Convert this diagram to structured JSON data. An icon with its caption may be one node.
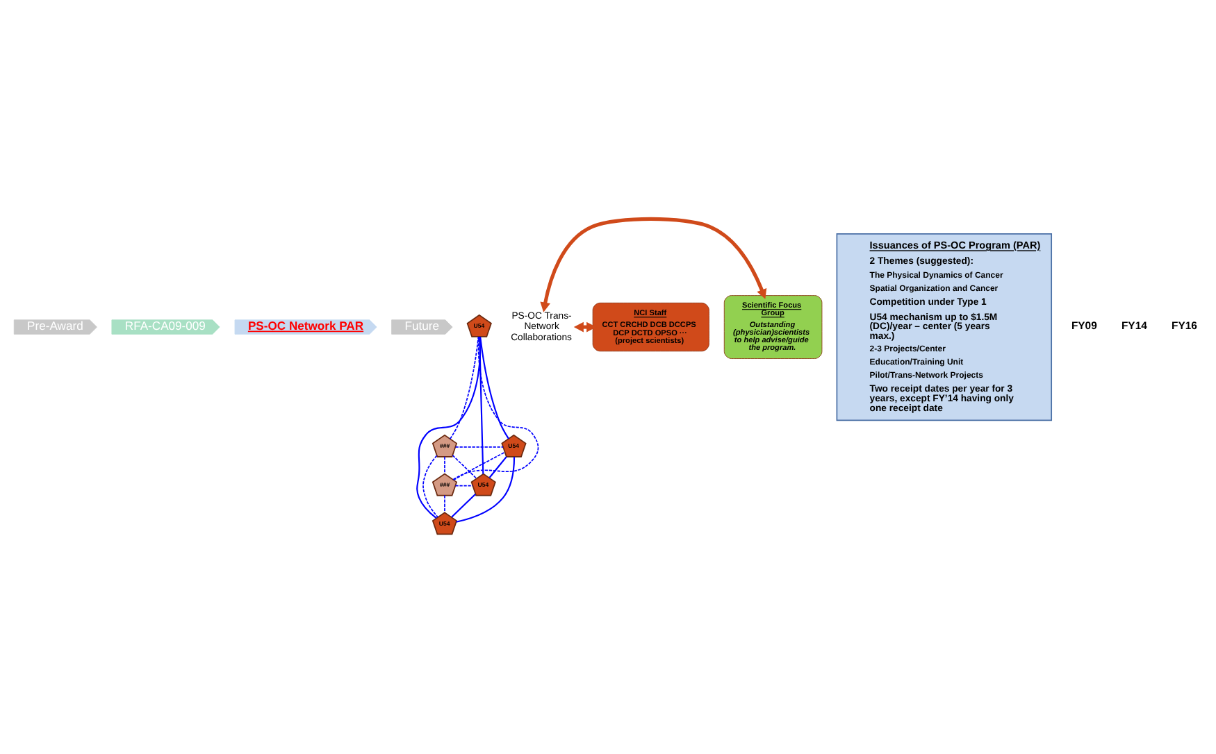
{
  "diagram": {
    "nodes": [
      {
        "text": [
          "Pre-Award"
        ]
      },
      {
        "text": [
          "RFA-CA09-009"
        ]
      },
      {
        "text": [
          "PS-OC Network PAR"
        ]
      },
      {
        "text": [
          "Future"
        ]
      },
      {
        "text": [
          "U54"
        ]
      },
      {
        "text": [
          "###"
        ]
      },
      {
        "text": [
          "U54"
        ]
      },
      {
        "text": [
          "PS-OC Trans-Network Collaborations"
        ]
      },
      {
        "text": [
          "###"
        ]
      },
      {
        "text": [
          "U54"
        ]
      },
      {
        "text": [
          "U54"
        ]
      },
      {
        "text": [
          "NCI Staff",
          "CCT CRCHD DCB DCCPS DCP DCTD OPSO ··· (project scientists)"
        ]
      },
      {
        "text": [
          "Scientific Focus Group",
          "Outstanding (physician)scientists to help advise/guide the program."
        ]
      },
      {
        "text": [
          "Issuances of PS-OC Program (PAR)",
          "2 Themes (suggested):",
          "The Physical Dynamics of Cancer",
          "Spatial Organization and Cancer",
          "Competition under Type 1",
          "U54 mechanism up to $1.5M (DC)/year – center (5 years max.)",
          "2-3 Projects/Center",
          "Education/Training Unit",
          "Pilot/Trans-Network Projects",
          "Two receipt dates per year for 3 years, except FY’14 having only one receipt date"
        ]
      }
    ],
    "edges": [
      {
        "from": 4,
        "to": 6,
        "arrow": "none"
      },
      {
        "from": 4,
        "to": 9,
        "arrow": "none"
      },
      {
        "from": 4,
        "to": 10,
        "arrow": "none"
      },
      {
        "from": 6,
        "to": 9,
        "arrow": "none"
      },
      {
        "from": 6,
        "to": 10,
        "arrow": "none"
      },
      {
        "from": 9,
        "to": 10,
        "arrow": "none"
      },
      {
        "from": 5,
        "to": 4,
        "arrow": "none",
        "style": "dashed"
      },
      {
        "from": 5,
        "to": 6,
        "arrow": "none",
        "style": "dashed"
      },
      {
        "from": 5,
        "to": 9,
        "arrow": "none",
        "style": "dashed"
      },
      {
        "from": 5,
        "to": 10,
        "arrow": "none",
        "style": "dashed"
      },
      {
        "from": 5,
        "to": 8,
        "arrow": "none",
        "style": "dashed"
      },
      {
        "from": 8,
        "to": 4,
        "arrow": "none",
        "style": "dashed"
      },
      {
        "from": 8,
        "to": 6,
        "arrow": "none",
        "style": "dashed"
      },
      {
        "from": 8,
        "to": 9,
        "arrow": "none",
        "style": "dashed"
      },
      {
        "from": 8,
        "to": 10,
        "arrow": "none",
        "style": "dashed"
      },
      {
        "from": 11,
        "to": 7,
        "arrow": "both",
        "style": "thick",
        "color": "#d04a1a"
      },
      {
        "from": 12,
        "to": 7,
        "arrow": "both",
        "style": "thick",
        "color": "#d04a1a"
      }
    ],
    "labels": [
      "FY09",
      "FY14",
      "FY16"
    ]
  }
}
